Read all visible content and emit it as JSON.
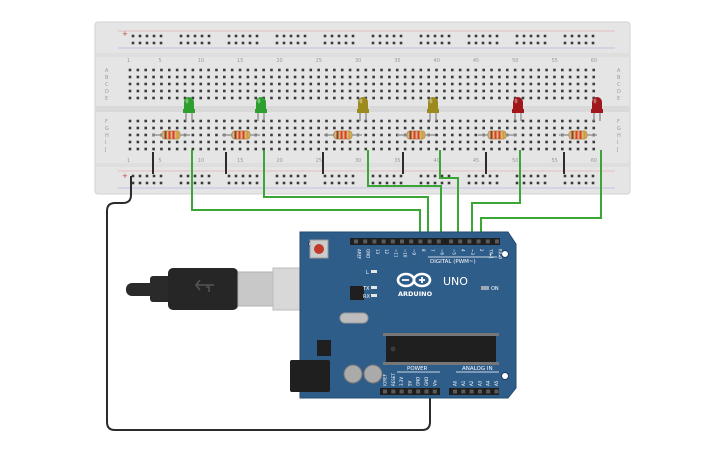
{
  "breadboard": {
    "row_letters_top": [
      "A",
      "B",
      "C",
      "D",
      "E"
    ],
    "row_letters_bottom": [
      "F",
      "G",
      "H",
      "I",
      "J"
    ],
    "column_numbers": [
      "1",
      "5",
      "10",
      "15",
      "20",
      "25",
      "30",
      "35",
      "40",
      "45",
      "50",
      "55",
      "60"
    ],
    "rail_plus": "+",
    "rail_minus": "−"
  },
  "leds": [
    {
      "name": "led-green-1",
      "color": "#2e9e2e"
    },
    {
      "name": "led-green-2",
      "color": "#2e9e2e"
    },
    {
      "name": "led-yellow-1",
      "color": "#9c8a1e"
    },
    {
      "name": "led-yellow-2",
      "color": "#9c8a1e"
    },
    {
      "name": "led-red-1",
      "color": "#a0181c"
    },
    {
      "name": "led-red-2",
      "color": "#a0181c"
    }
  ],
  "arduino": {
    "logo_text": "ARDUINO",
    "model_text": "UNO",
    "digital_label": "DIGITAL (PWM~)",
    "power_label": "POWER",
    "analog_label": "ANALOG IN",
    "on_label": "ON",
    "l_label": "L",
    "tx_label": "TX",
    "rx_label": "RX",
    "digital_pins": [
      "AREF",
      "GND",
      "13",
      "12",
      "~11",
      "~10",
      "~9",
      "8",
      "7",
      "~6",
      "~5",
      "4",
      "~3",
      "2",
      "TX▸1",
      "RX◂0"
    ],
    "power_pins": [
      "IOREF",
      "RESET",
      "3.3V",
      "5V",
      "GND",
      "GND",
      "Vin"
    ],
    "analog_pins": [
      "A0",
      "A1",
      "A2",
      "A3",
      "A4",
      "A5"
    ]
  },
  "colors": {
    "board_blue": "#2f5d8a",
    "breadboard": "#e6e6e6",
    "wire_green": "#3aa635",
    "wire_black": "#2b2b2b"
  }
}
